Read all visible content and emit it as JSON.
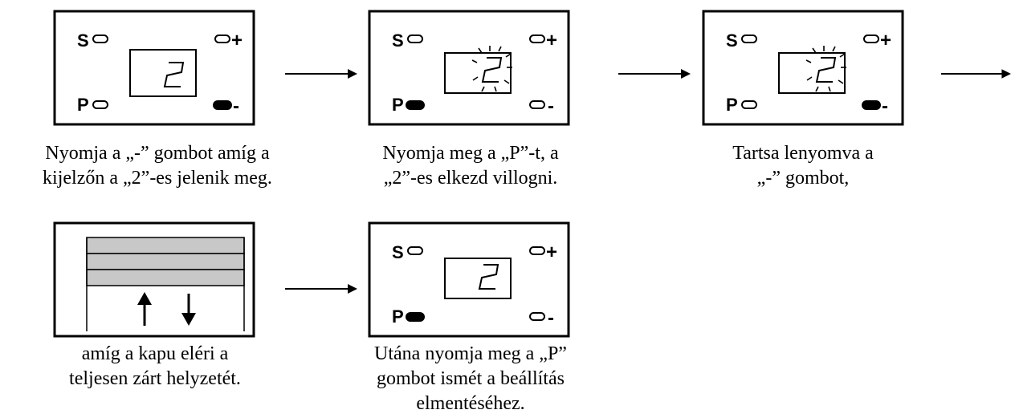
{
  "steps": [
    {
      "panel": {
        "s_label": "S",
        "p_label": "P",
        "plus_label": "+",
        "minus_label": "-",
        "digit": "2",
        "digit_blinking": false,
        "p_pressed": false,
        "minus_pressed": true
      },
      "caption": [
        "Nyomja a „-” gombot amíg a",
        "kijelzőn a „2”-es jelenik meg."
      ]
    },
    {
      "panel": {
        "s_label": "S",
        "p_label": "P",
        "plus_label": "+",
        "minus_label": "-",
        "digit": "2",
        "digit_blinking": true,
        "p_pressed": true,
        "minus_pressed": false
      },
      "caption": [
        "Nyomja meg a „P”-t, a",
        "„2”-es elkezd villogni."
      ]
    },
    {
      "panel": {
        "s_label": "S",
        "p_label": "P",
        "plus_label": "+",
        "minus_label": "-",
        "digit": "2",
        "digit_blinking": true,
        "p_pressed": false,
        "minus_pressed": true
      },
      "caption": [
        "Tartsa lenyomva a",
        "„-” gombot,"
      ]
    },
    {
      "gate": {
        "icon": "gate-up-down-arrows-icon"
      },
      "caption": [
        "amíg a kapu eléri a",
        "teljesen zárt helyzetét."
      ]
    },
    {
      "panel": {
        "s_label": "S",
        "p_label": "P",
        "plus_label": "+",
        "minus_label": "-",
        "digit": "2",
        "digit_blinking": false,
        "p_pressed": true,
        "minus_pressed": false
      },
      "caption": [
        "Utána nyomja meg a „P”",
        "gombot ismét a beállítás",
        "elmentéséhez."
      ]
    }
  ],
  "colors": {
    "line": "#000000",
    "gate_fill": "#c8c8c8",
    "background": "#ffffff"
  }
}
